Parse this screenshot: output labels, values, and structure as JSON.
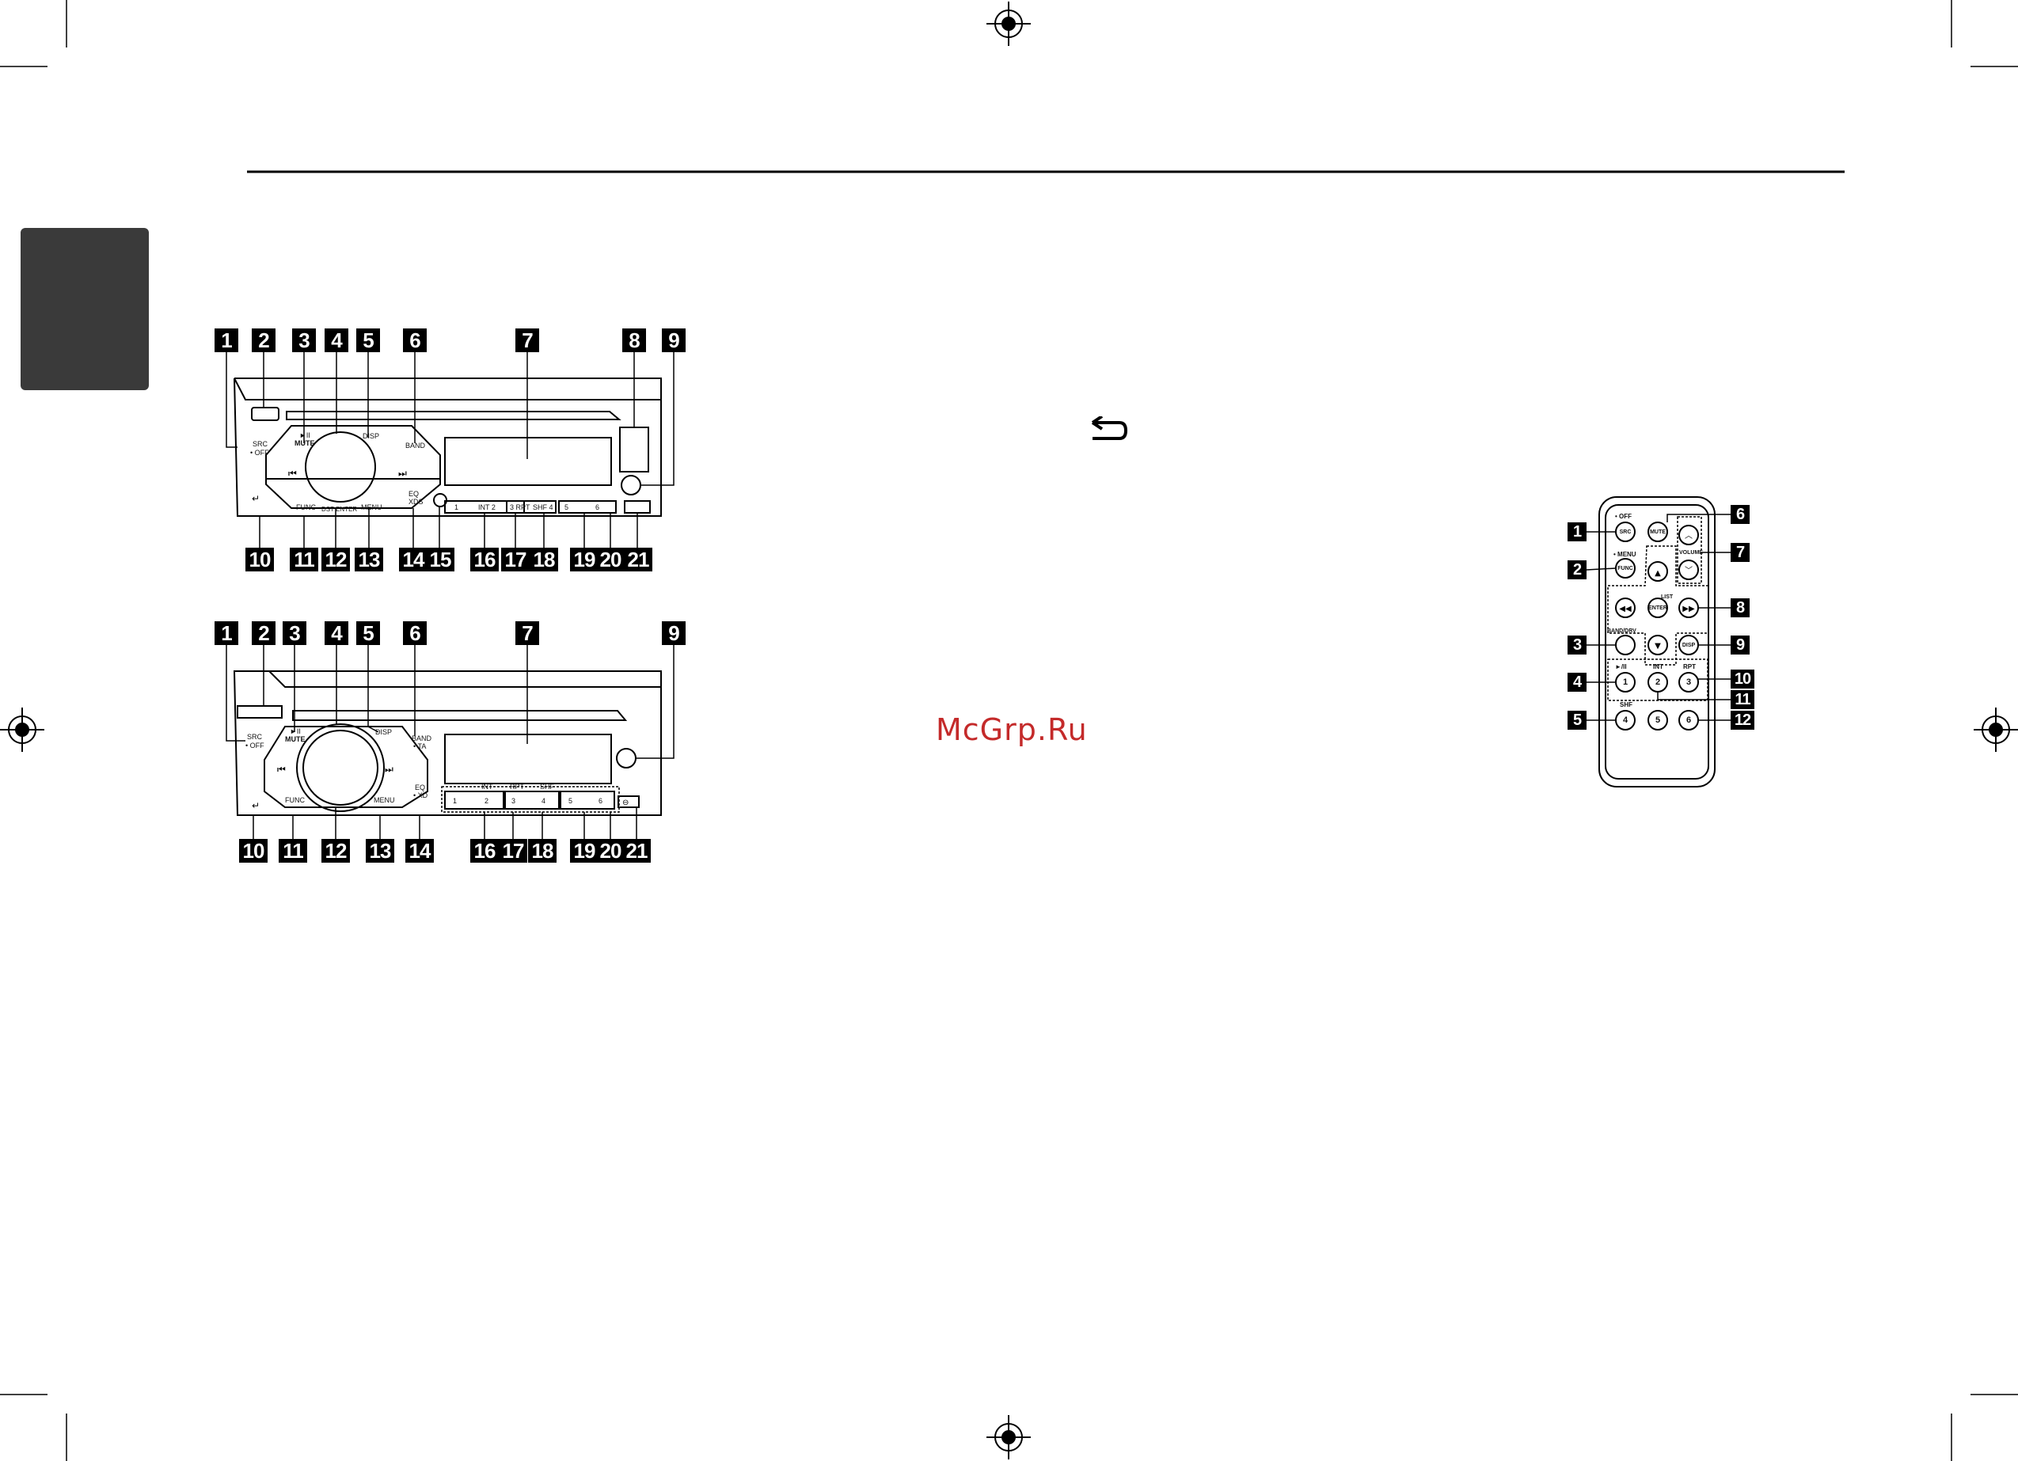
{
  "watermark": "McGrp.Ru",
  "unit_top": {
    "callouts_top": [
      "1",
      "2",
      "3",
      "4",
      "5",
      "6",
      "7",
      "8",
      "9"
    ],
    "callouts_bottom": [
      "10",
      "11",
      "12",
      "13",
      "14",
      "15",
      "16",
      "17",
      "18",
      "19",
      "20",
      "21"
    ],
    "labels": {
      "src": "SRC",
      "off": "• OFF",
      "play_pause": "►II",
      "mute": "MUTE",
      "disp": "DISP",
      "band": "BAND",
      "eq": "EQ",
      "xdss": "XDS",
      "func": "FUNC",
      "dst_enter": "DST ENTER",
      "menu": "MENU",
      "p1": "1",
      "int2": "INT 2",
      "rpt3": "3 RPT",
      "shf4": "SHF 4",
      "p5": "5",
      "p6": "6"
    }
  },
  "unit_bottom": {
    "callouts_top": [
      "1",
      "2",
      "3",
      "4",
      "5",
      "6",
      "7",
      "9"
    ],
    "callouts_bottom": [
      "10",
      "11",
      "12",
      "13",
      "14",
      "16",
      "17",
      "18",
      "19",
      "20",
      "21"
    ],
    "labels": {
      "src": "SRC",
      "off": "• OFF",
      "play_pause": "►II",
      "mute": "MUTE",
      "disp": "DISP",
      "band": "BAND",
      "ta": "• TA",
      "eq": "EQ",
      "xdss": "• XD",
      "func": "FUNC",
      "menu": "MENU",
      "int": "INT",
      "rpt": "RPT",
      "shf": "SHF",
      "p1": "1",
      "p2": "2",
      "p3": "3",
      "p4": "4",
      "p5": "5",
      "p6": "6"
    }
  },
  "remote": {
    "callouts_left": [
      "1",
      "2",
      "3",
      "4",
      "5"
    ],
    "callouts_right": [
      "6",
      "7",
      "8",
      "9",
      "10",
      "11",
      "12"
    ],
    "labels": {
      "off": "• OFF",
      "src": "SRC",
      "mute": "MUTE",
      "volume": "VOLUME",
      "menu": "• MENU",
      "func": "FUNC",
      "list": "LIST",
      "enter": "ENTER",
      "band_drv": "BAND/DRV",
      "disp": "DISP",
      "play_pause": "►/II",
      "int": "INT",
      "rpt": "RPT",
      "shf": "SHF",
      "k1": "1",
      "k2": "2",
      "k3": "3",
      "k4": "4",
      "k5": "5",
      "k6": "6"
    }
  }
}
